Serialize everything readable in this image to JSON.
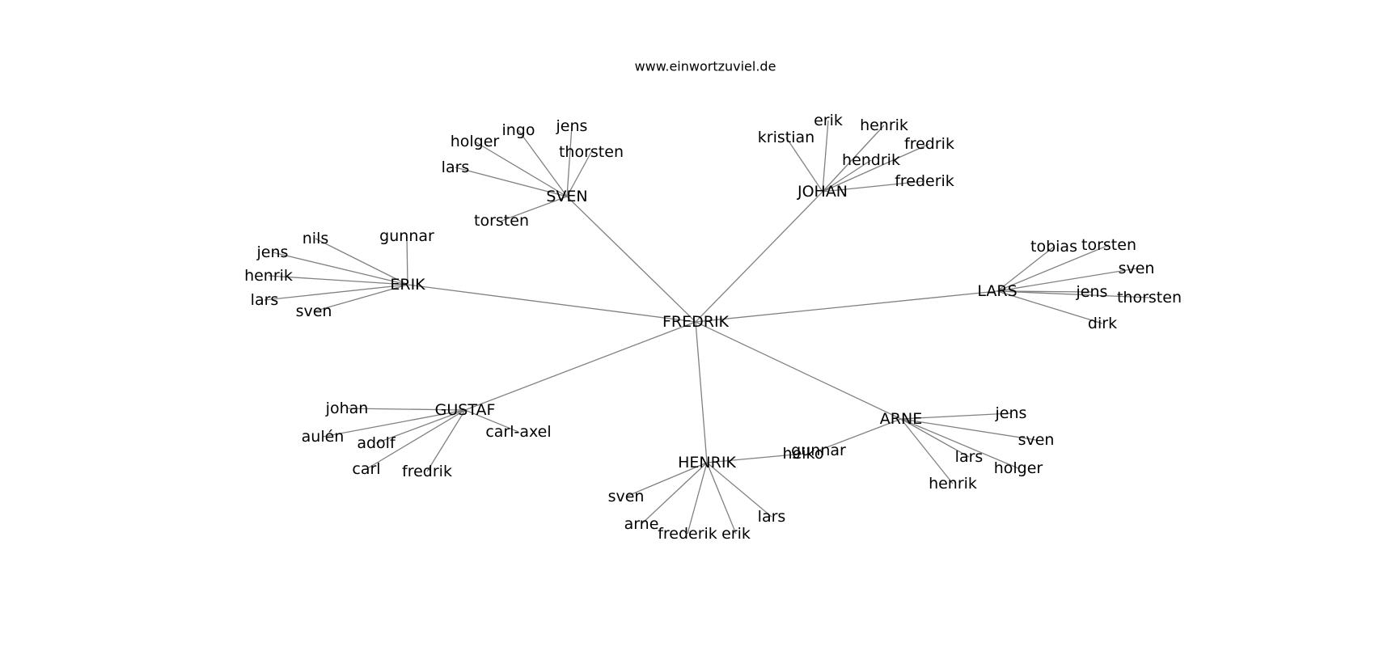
{
  "site": "www.einwortzuviel.de",
  "colors": {
    "edge": "#808080",
    "text": "#000000",
    "background": "#ffffff"
  },
  "center": "FREDRIK",
  "groups": [
    {
      "hub": "SVEN",
      "leaves": [
        "holger",
        "ingo",
        "jens",
        "thorsten",
        "lars",
        "torsten"
      ]
    },
    {
      "hub": "JOHAN",
      "leaves": [
        "kristian",
        "erik",
        "henrik",
        "fredrik",
        "hendrik",
        "frederik"
      ]
    },
    {
      "hub": "ERIK",
      "leaves": [
        "nils",
        "gunnar",
        "jens",
        "henrik",
        "lars",
        "sven"
      ]
    },
    {
      "hub": "LARS",
      "leaves": [
        "tobias",
        "torsten",
        "sven",
        "jens",
        "thorsten",
        "dirk"
      ]
    },
    {
      "hub": "GUSTAF",
      "leaves": [
        "johan",
        "aulén",
        "adolf",
        "carl",
        "fredrik",
        "carl-axel"
      ]
    },
    {
      "hub": "HENRIK",
      "leaves": [
        "heiko",
        "sven",
        "arne",
        "frederik",
        "erik",
        "lars"
      ]
    },
    {
      "hub": "ARNE",
      "leaves": [
        "gunnar",
        "jens",
        "sven",
        "lars",
        "holger",
        "henrik"
      ]
    }
  ]
}
